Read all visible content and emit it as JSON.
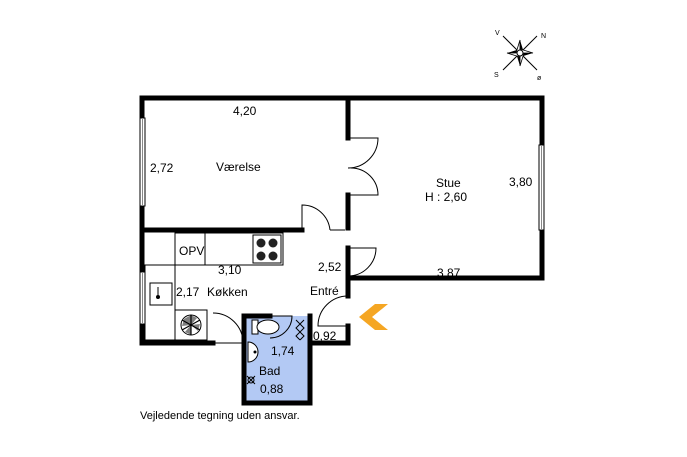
{
  "compass": {
    "n": "N",
    "s": "S",
    "v": "V",
    "o": "ø"
  },
  "rooms": {
    "vaerelse": {
      "name": "Værelse",
      "dim_top": "4,20",
      "dim_left": "2,72"
    },
    "stue": {
      "name": "Stue",
      "height": "H : 2,60",
      "dim_right": "3,80",
      "dim_bottom": "3,87"
    },
    "kokken": {
      "name": "Køkken",
      "dim_top": "3,10",
      "dim_left": "2,17",
      "appliance_label": "OPV"
    },
    "entre": {
      "name": "Entré",
      "dim_top": "2,52",
      "dim_bottom": "0,92"
    },
    "bad": {
      "name": "Bad",
      "dim_top": "1,74",
      "dim_bottom": "0,88"
    }
  },
  "entrance_arrow_color": "#f5a623",
  "bathroom_fill_color": "#b3c9f4",
  "disclaimer": "Vejledende tegning uden ansvar."
}
